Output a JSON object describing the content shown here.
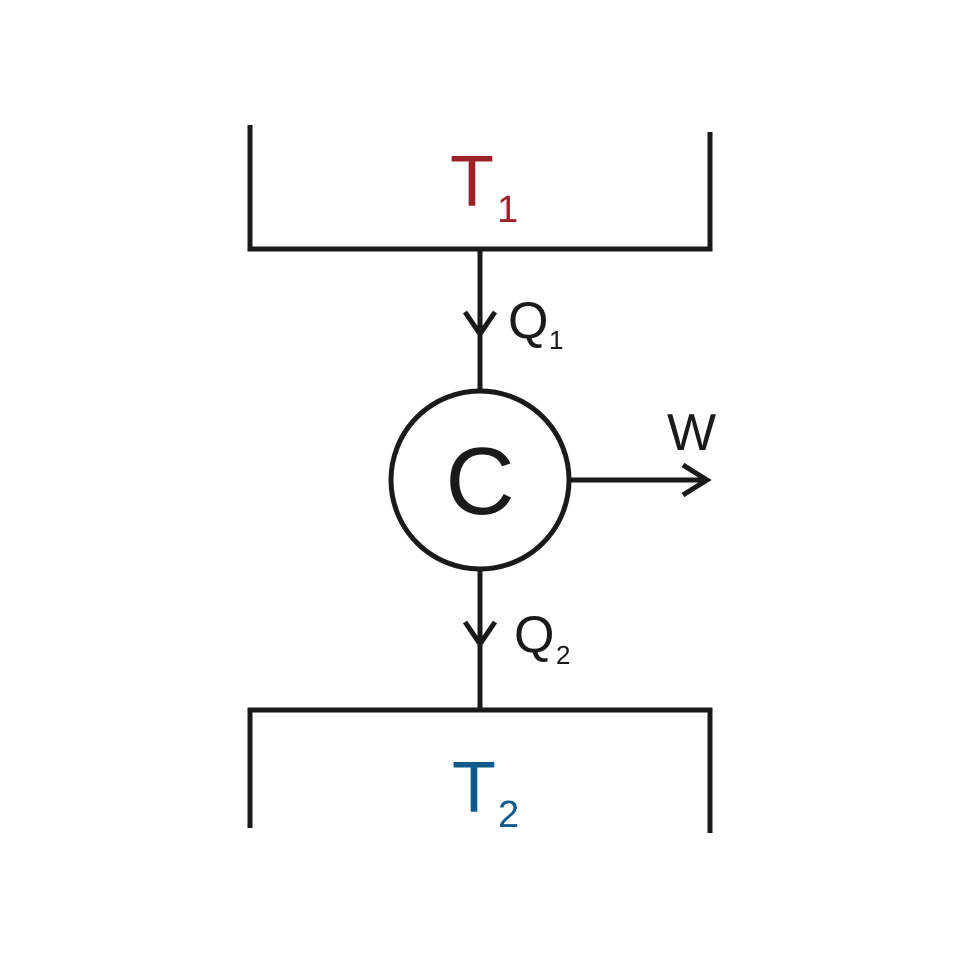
{
  "hot_reservoir": {
    "symbol": "T",
    "subscript": "1",
    "color": "#9b2226"
  },
  "cold_reservoir": {
    "symbol": "T",
    "subscript": "2",
    "color": "#0f5a8c"
  },
  "engine": {
    "label": "C"
  },
  "heat_in": {
    "symbol": "Q",
    "subscript": "1"
  },
  "heat_out": {
    "symbol": "Q",
    "subscript": "2"
  },
  "work": {
    "label": "W"
  },
  "line_color": "#1a1a1a"
}
